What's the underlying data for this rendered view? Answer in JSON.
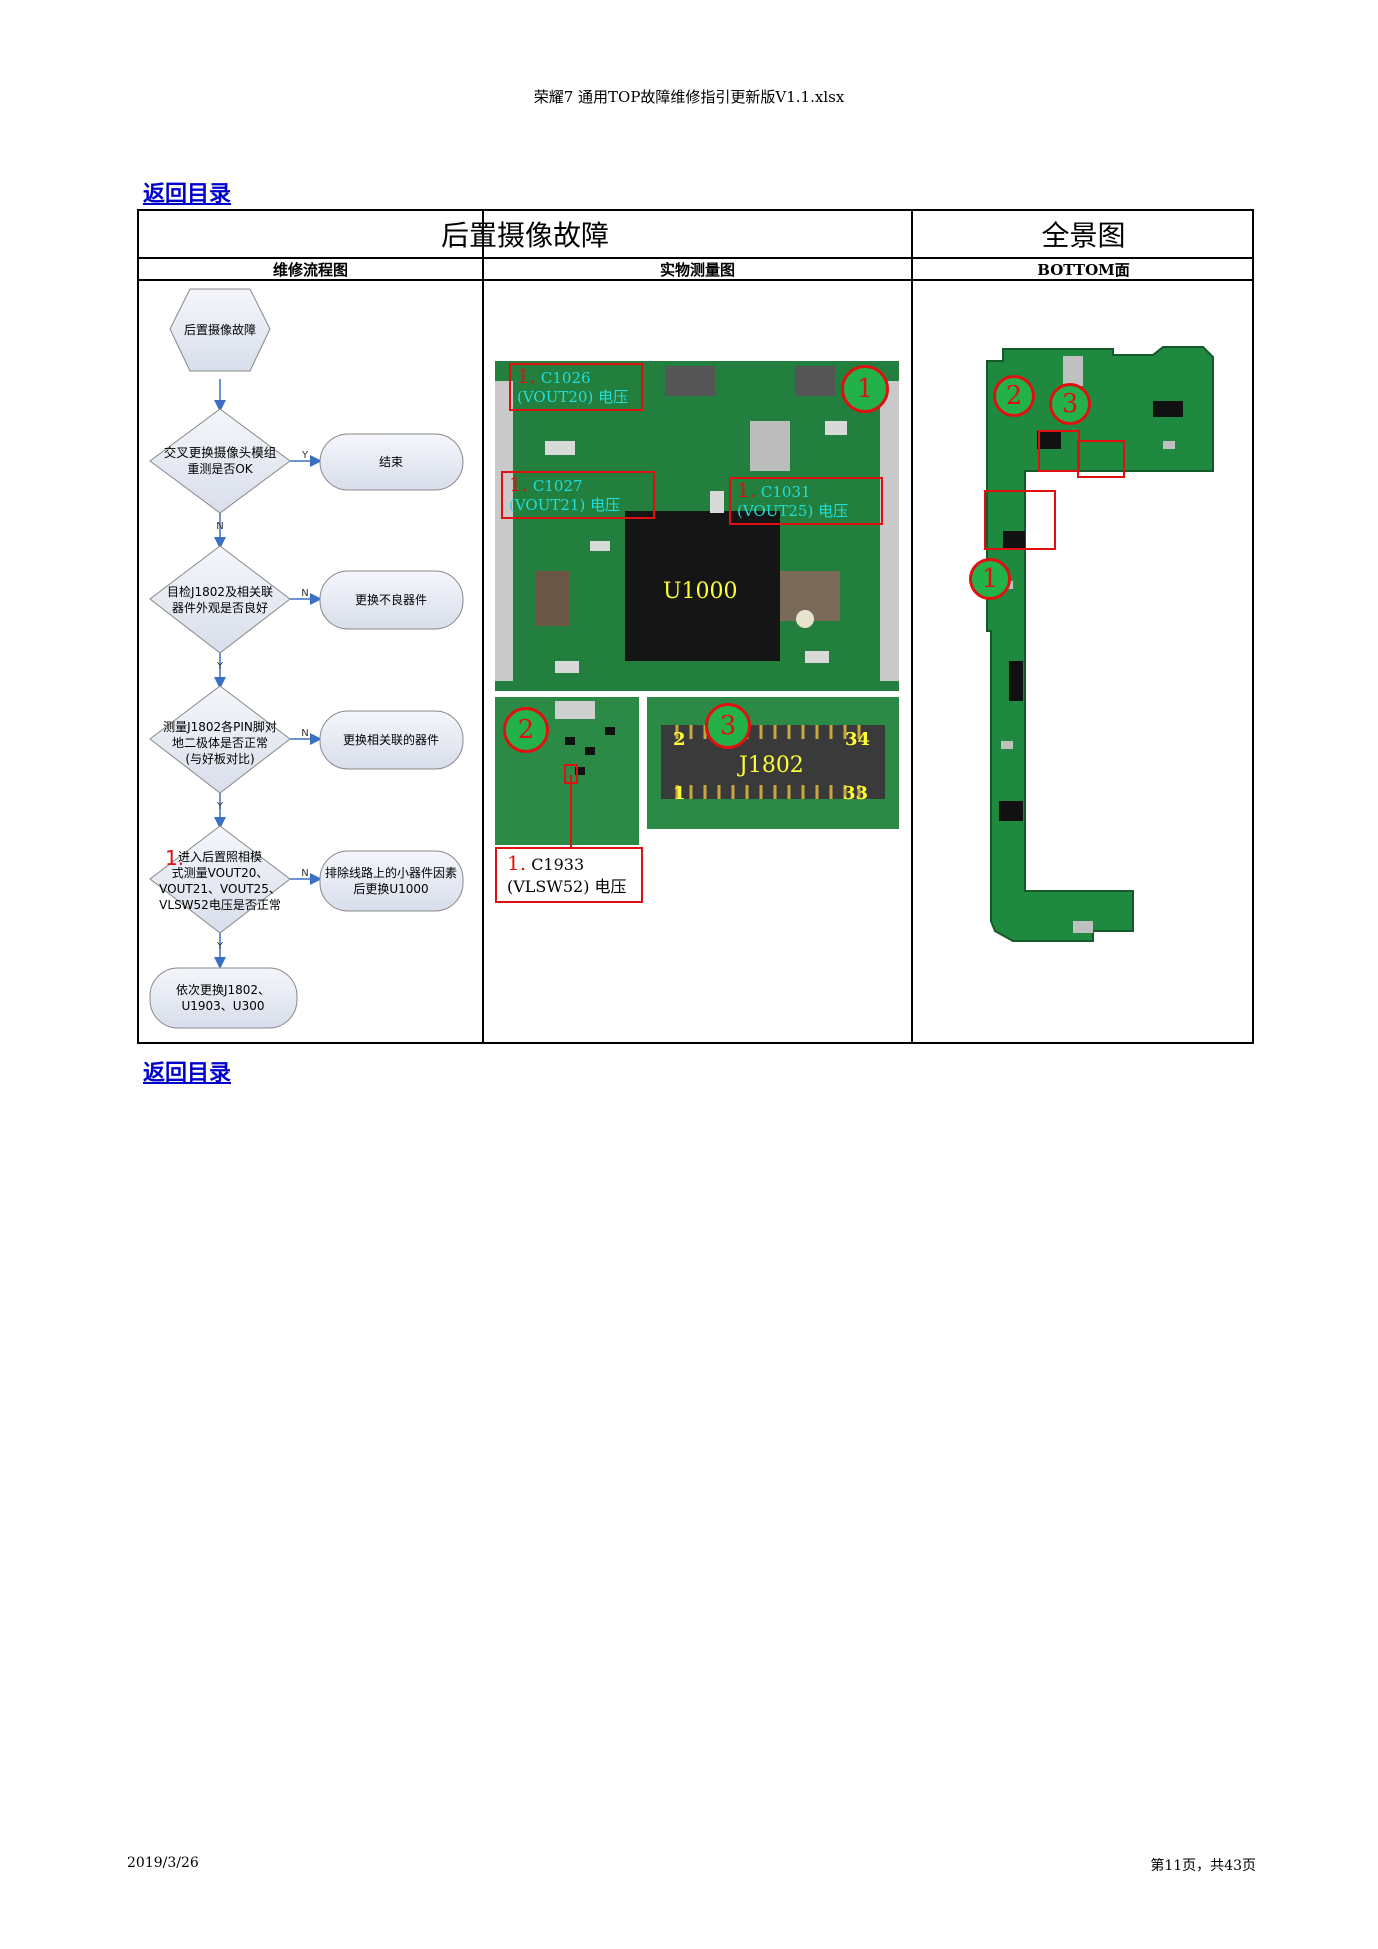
{
  "header": {
    "filename": "荣耀7 通用TOP故障维修指引更新版V1.1.xlsx"
  },
  "nav": {
    "toc_link": "返回目录"
  },
  "table": {
    "title_left": "后置摄像故障",
    "title_right": "全景图",
    "col_flow": "维修流程图",
    "col_photo": "实物测量图",
    "col_board": "BOTTOM面"
  },
  "flow": {
    "start": [
      "后置摄像故障"
    ],
    "step1": [
      "交叉更换摄像头模组",
      "重测是否OK"
    ],
    "end1": [
      "结束"
    ],
    "step2": [
      "目检J1802及相关联",
      "器件外观是否良好"
    ],
    "end2": [
      "更换不良器件"
    ],
    "step3": [
      "测量J1802各PIN脚对",
      "地二极体是否正常",
      "(与好板对比)"
    ],
    "end3": [
      "更换相关联的器件"
    ],
    "step4_num": "1.",
    "step4": [
      "进入后置照相模",
      "式测量VOUT20、",
      "VOUT21、VOUT25、",
      "VLSW52电压是否正常"
    ],
    "end4": [
      "排除线路上的小器件因素",
      "后更换U1000"
    ],
    "final": [
      "依次更换J1802、",
      "U1903、U300"
    ],
    "yes": "Y",
    "no": "N"
  },
  "photo": {
    "badges": [
      "1",
      "2",
      "3"
    ],
    "callout_num": "1.",
    "c1026": [
      "C1026",
      "(VOUT20) 电压"
    ],
    "c1027": [
      "C1027",
      "(VOUT21) 电压"
    ],
    "c1031": [
      "C1031",
      "(VOUT25) 电压"
    ],
    "chip_u1000": "U1000",
    "chip_j1802": "J1802",
    "pins": [
      "2",
      "34",
      "1",
      "33"
    ],
    "c1933": [
      "C1933",
      "(VLSW52) 电压"
    ]
  },
  "footer": {
    "date": "2019/3/26",
    "page": "第11页，共43页"
  },
  "colors": {
    "board_green": "#1f7a3a",
    "callout_red": "#e01010",
    "badge_green": "#23b24a",
    "link_blue": "#0000cc"
  }
}
